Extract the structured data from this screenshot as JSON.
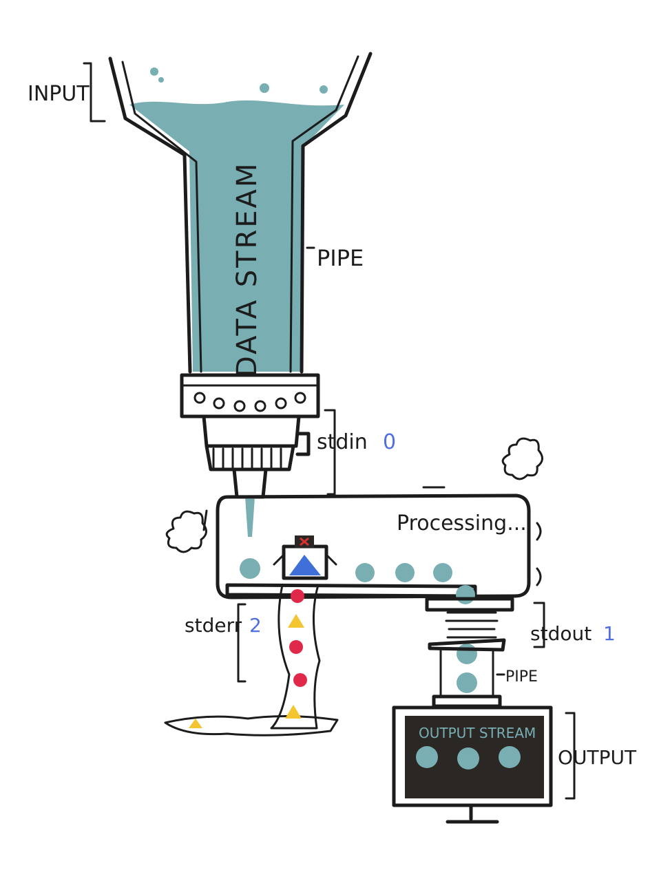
{
  "labels": {
    "input": "INPUT",
    "pipe_top": "PIPE",
    "data_stream": "DATA STREAM",
    "stdin_text": "stdin",
    "stdin_fd": "0",
    "processing": "Processing...",
    "stderr_text": "stderr",
    "stderr_fd": "2",
    "stdout_text": "stdout",
    "stdout_fd": "1",
    "pipe_bottom": "PIPE",
    "output_stream": "OUTPUT STREAM",
    "output": "OUTPUT"
  },
  "colors": {
    "water": "#79aeb3",
    "ink": "#1c1c1c",
    "fd_number": "#4f6fe0",
    "error_red": "#e0294a",
    "warning_yellow": "#f2c531",
    "screen_bg": "#2a2724",
    "program_blue": "#3f6fd8",
    "close_red": "#d83030"
  },
  "icons": {
    "error": "error-icon",
    "warning": "warning-icon",
    "smiley": "smiley-face-icon",
    "cloud": "steam-cloud-icon",
    "close": "close-icon"
  }
}
